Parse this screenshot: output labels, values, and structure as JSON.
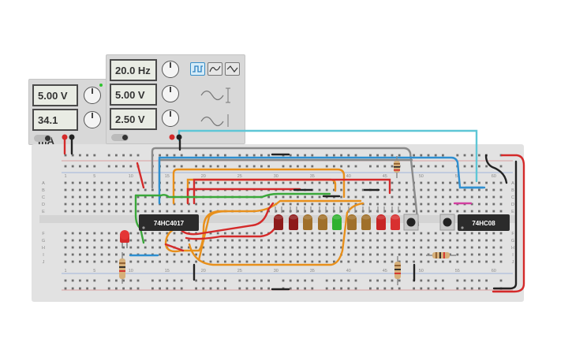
{
  "power_supply": {
    "voltage": "5.00 V",
    "current": "34.1 mA"
  },
  "function_generator": {
    "frequency": "20.0 Hz",
    "amplitude": "5.00 V",
    "dc_offset": "2.50 V",
    "waveforms": [
      "square",
      "triangle",
      "sine"
    ],
    "selected_waveform": "square"
  },
  "breadboard": {
    "column_numbers_top": [
      "1",
      "5",
      "10",
      "15",
      "20",
      "25",
      "30",
      "35",
      "40",
      "45",
      "50",
      "55",
      "60"
    ],
    "row_letters_top": [
      "A",
      "B",
      "C",
      "D",
      "E"
    ],
    "row_letters_bottom": [
      "F",
      "G",
      "H",
      "I",
      "J"
    ]
  },
  "chips": {
    "counter": "74HC4017",
    "and_gate": "74HC08"
  },
  "colors": {
    "wire_red": "#d42a2a",
    "wire_orange": "#e8901c",
    "wire_green": "#3aa83a",
    "wire_blue": "#2f8fd0",
    "wire_cyan": "#5ec6d6",
    "wire_gray": "#8a8a8a",
    "wire_black": "#222222"
  }
}
